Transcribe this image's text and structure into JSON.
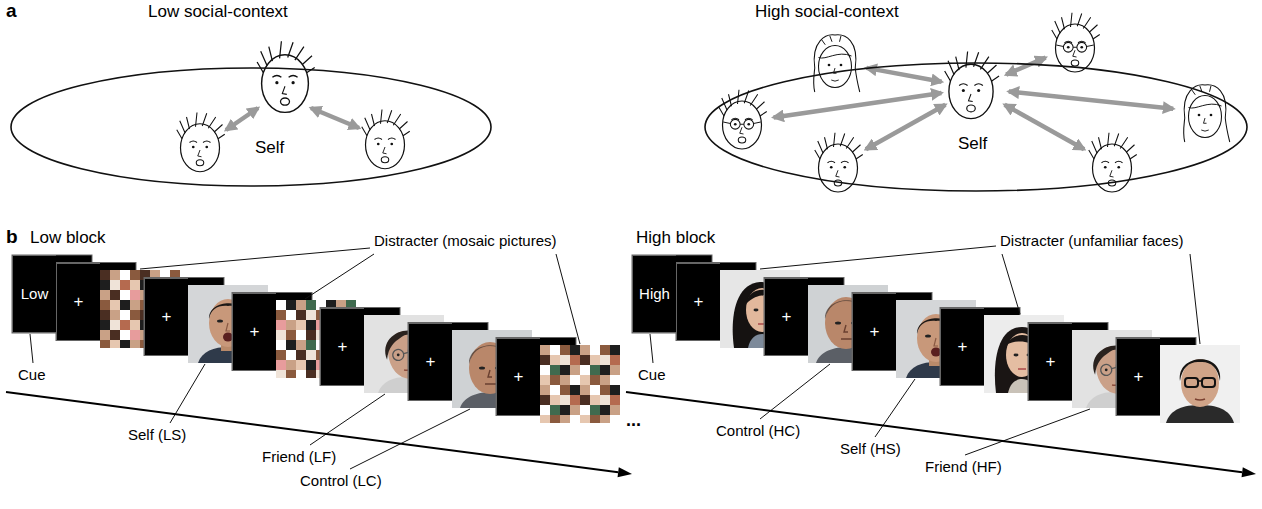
{
  "diagram": {
    "nodes": [
      {
        "text": [
          "Low social-context",
          "Self"
        ]
      },
      {
        "text": [
          "High social-context",
          "Self"
        ]
      },
      {
        "text": [
          "Low"
        ]
      },
      {
        "text": [
          "+"
        ]
      },
      {
        "text": [
          "+"
        ]
      },
      {
        "text": [
          "+"
        ]
      },
      {
        "text": [
          "+"
        ]
      },
      {
        "text": [
          "+"
        ]
      },
      {
        "text": [
          "+"
        ]
      },
      {
        "text": [
          "High"
        ]
      },
      {
        "text": [
          "+"
        ]
      },
      {
        "text": [
          "+"
        ]
      },
      {
        "text": [
          "+"
        ]
      },
      {
        "text": [
          "+"
        ]
      },
      {
        "text": [
          "+"
        ]
      },
      {
        "text": [
          "+"
        ]
      }
    ],
    "labels": [
      "a",
      "b",
      "Low block",
      "Distracter (mosaic pictures)",
      "Cue",
      "Self (LS)",
      "Friend (LF)",
      "Control (LC)",
      "...",
      "High block",
      "Distracter (unfamiliar faces)",
      "Cue",
      "Control (HC)",
      "Self (HS)",
      "Friend (HF)"
    ]
  }
}
